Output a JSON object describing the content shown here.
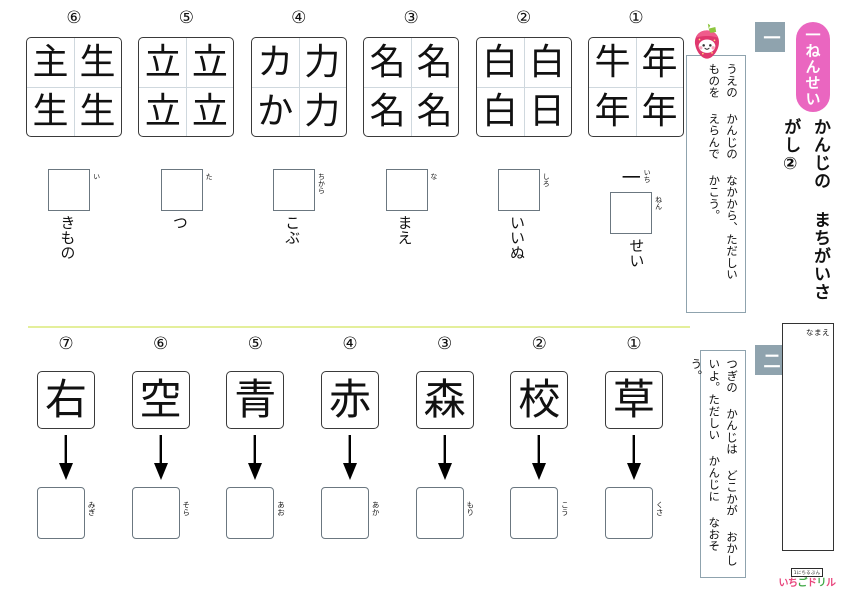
{
  "header": {
    "grade_badge": "一ねんせい",
    "title": "かんじの まちがいさがし②",
    "name_label": "なまえ",
    "section1_marker": "一",
    "section2_marker": "二",
    "brand_tag": "1にちるぶん",
    "brand_chars": [
      "い",
      "ち",
      "ご",
      "ド",
      "リ",
      "ル"
    ],
    "colors": {
      "grade_badge_pink": "#ea66c0",
      "section_marker_gray": "#8fa3ae",
      "divider_green": "#e4ef9b",
      "brand_pink": "#e8457c",
      "brand_green": "#3fa845"
    }
  },
  "instructions": {
    "section1": "うえの かんじの なかから、ただしい ものを えらんで かこう。",
    "section2": "つぎの かんじは どこかが おかしいよ。ただしい かんじに なおそう。"
  },
  "mascot": {
    "name": "strawberry-mascot"
  },
  "section1": {
    "items": [
      {
        "marker": "⑥",
        "grid": [
          "主",
          "生",
          "生",
          "生"
        ],
        "pre_char": "",
        "answer_furigana": "い",
        "tail": "きもの"
      },
      {
        "marker": "⑤",
        "grid": [
          "立",
          "立",
          "立",
          "立"
        ],
        "pre_char": "",
        "answer_furigana": "た",
        "tail": "つ"
      },
      {
        "marker": "④",
        "grid": [
          "カ",
          "力",
          "か",
          "力"
        ],
        "pre_char": "",
        "answer_furigana": "ちから",
        "tail": "こぶ"
      },
      {
        "marker": "③",
        "grid": [
          "名",
          "名",
          "名",
          "名"
        ],
        "pre_char": "",
        "answer_furigana": "な",
        "tail": "まえ"
      },
      {
        "marker": "②",
        "grid": [
          "白",
          "白",
          "白",
          "日"
        ],
        "pre_char": "",
        "answer_furigana": "しろ",
        "tail": "いいぬ"
      },
      {
        "marker": "①",
        "grid": [
          "牛",
          "年",
          "年",
          "年"
        ],
        "pre_char": "一",
        "pre_furigana": "いち",
        "answer_furigana": "ねん",
        "tail": "せい"
      }
    ]
  },
  "section2": {
    "items": [
      {
        "marker": "⑦",
        "kanji": "右",
        "furigana": "みぎ"
      },
      {
        "marker": "⑥",
        "kanji": "空",
        "furigana": "そら"
      },
      {
        "marker": "⑤",
        "kanji": "青",
        "furigana": "あお"
      },
      {
        "marker": "④",
        "kanji": "赤",
        "furigana": "あか"
      },
      {
        "marker": "③",
        "kanji": "森",
        "furigana": "もり"
      },
      {
        "marker": "②",
        "kanji": "校",
        "furigana": "こう"
      },
      {
        "marker": "①",
        "kanji": "草",
        "furigana": "くさ"
      }
    ]
  }
}
